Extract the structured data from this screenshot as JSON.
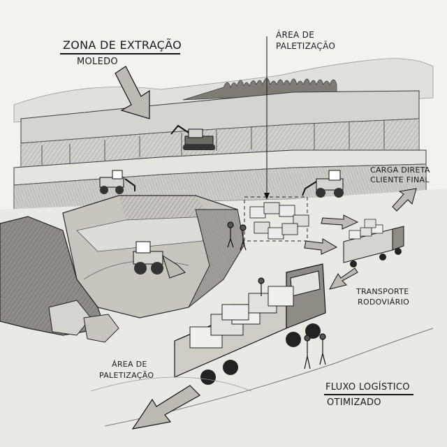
{
  "labels": {
    "zona_title": "ZONA DE EXTRAÇÃO",
    "zona_sub": "MOLEDO",
    "palet_top_1": "ÁREA DE",
    "palet_top_2": "PALETIZAÇÃO",
    "carga_1": "CARGA DIRETA",
    "carga_2": "CLIENTE FINAL",
    "transporte_1": "TRANSPORTE",
    "transporte_2": "RODOVIÁRIO",
    "palet_bottom_1": "ÁREA DE",
    "palet_bottom_2": "PALETIZAÇÃO",
    "fluxo_1": "FLUXO LOGÍSTICO",
    "fluxo_2": "OTIMIZADO"
  },
  "colors": {
    "paper": "#f3f2ef",
    "ink": "#1a1a1a",
    "rock_light": "#d6d4cf",
    "rock_mid": "#a9a6a0",
    "rock_dark": "#6e6b66",
    "arrow_fill": "#bdbab4"
  },
  "icons": [
    "down-arrow-icon",
    "right-arrow-icon",
    "up-right-arrow-icon",
    "down-left-arrow-icon",
    "excavator-icon",
    "wheel-loader-icon",
    "truck-icon",
    "pallet-icon",
    "worker-icon"
  ]
}
